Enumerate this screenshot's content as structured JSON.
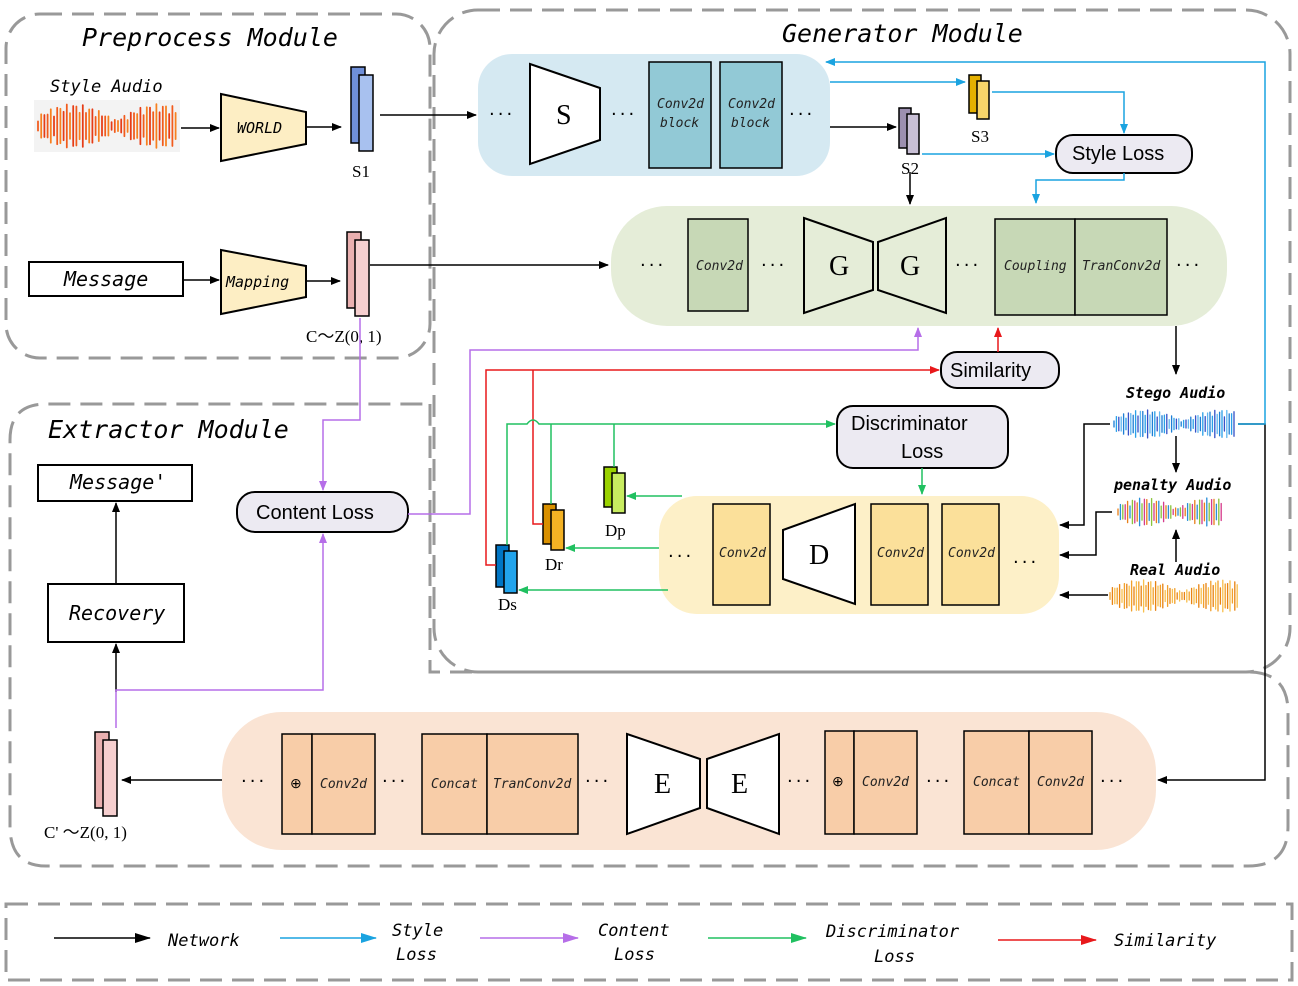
{
  "modules": {
    "preprocess": "Preprocess Module",
    "generator": "Generator Module",
    "extractor": "Extractor Module"
  },
  "preprocess": {
    "style_audio": "Style Audio",
    "world": "WORLD",
    "s1": "S1",
    "message": "Message",
    "mapping": "Mapping",
    "c_dist": "C～Z(0,  1)"
  },
  "generator": {
    "s_label": "S",
    "conv_block_1": [
      "Conv2d",
      "block"
    ],
    "conv_block_2": [
      "Conv2d",
      "block"
    ],
    "s2": "S2",
    "s3": "S3",
    "style_loss": "Style Loss",
    "conv2d": "Conv2d",
    "g_left": "G",
    "g_right": "G",
    "coupling": "Coupling",
    "tranconv": "TranConv2d",
    "similarity": "Similarity",
    "discriminator_loss": [
      "Discriminator",
      "Loss"
    ],
    "stego_audio": "Stego Audio",
    "penalty_audio": "penalty Audio",
    "real_audio": "Real Audio",
    "d_conv_1": "Conv2d",
    "d_label": "D",
    "d_conv_2": "Conv2d",
    "d_conv_3": "Conv2d",
    "dp": "Dp",
    "dr": "Dr",
    "ds": "Ds"
  },
  "extractor": {
    "message_prime": "Message'",
    "recovery": "Recovery",
    "content_loss": "Content Loss",
    "c_prime": "C'  ～Z(0,  1)",
    "plus_1": "⊕",
    "conv_1": "Conv2d",
    "concat_1": "Concat",
    "tranconv_1": "TranConv2d",
    "e_left": "E",
    "e_right": "E",
    "plus_2": "⊕",
    "conv_2": "Conv2d",
    "concat_2": "Concat",
    "conv_3": "Conv2d"
  },
  "dots": "···",
  "legend": {
    "network": "Network",
    "style_loss": [
      "Style",
      "Loss"
    ],
    "content_loss": [
      "Content",
      "Loss"
    ],
    "discriminator_loss": [
      "Discriminator",
      "Loss"
    ],
    "similarity": "Similarity"
  },
  "colors": {
    "network": "#000000",
    "style": "#1aa3e0",
    "content": "#b66ee8",
    "discriminator": "#20c060",
    "similarity": "#e8181b"
  }
}
